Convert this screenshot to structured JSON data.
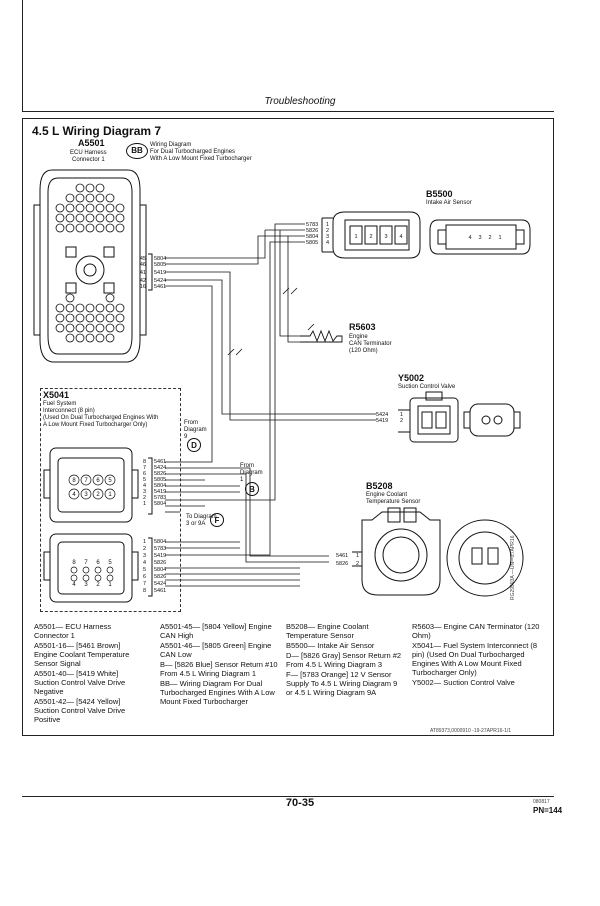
{
  "header": {
    "section_title": "Troubleshooting"
  },
  "diagram": {
    "title": "4.5 L Wiring Diagram 7",
    "ecu": {
      "id": "A5501",
      "line1": "ECU Harness",
      "line2": "Connector 1",
      "pins": [
        "45",
        "46",
        "41",
        "42",
        "16"
      ],
      "wires": [
        "5804",
        "5805",
        "5419",
        "5424",
        "5461"
      ]
    },
    "bb_tag": "BB",
    "bb_note": [
      "Wiring Diagram",
      "For Dual Turbocharged Engines",
      "With A Low Mount Fixed Turbocharger"
    ],
    "b5500": {
      "id": "B5500",
      "name": "Intake Air Sensor",
      "wires": [
        "5783",
        "5826",
        "5804",
        "5805"
      ],
      "pins": [
        "1",
        "2",
        "3",
        "4"
      ]
    },
    "r5603": {
      "id": "R5603",
      "line1": "Engine",
      "line2": "CAN Terminator",
      "line3": "(120 Ohm)"
    },
    "y5002": {
      "id": "Y5002",
      "name": "Suction Control Valve",
      "wires": [
        "5424",
        "5419"
      ],
      "pins": [
        "1",
        "2"
      ]
    },
    "b5208": {
      "id": "B5208",
      "line1": "Engine Coolant",
      "line2": "Temperature Sensor",
      "wires": [
        "5461",
        "5826"
      ],
      "pins": [
        "1",
        "2"
      ]
    },
    "x5041": {
      "id": "X5041",
      "lines": [
        "Fuel System",
        "Interconnect (8 pin)",
        "(Used On Dual Turbocharged Engines With",
        "A Low Mount Fixed Turbocharger Only)"
      ],
      "pins_top": [
        "8",
        "7",
        "6",
        "5",
        "4",
        "3",
        "2",
        "1"
      ],
      "wires_top": [
        "5461",
        "5424",
        "5826",
        "5805",
        "5804",
        "5419",
        "5783",
        "5804"
      ],
      "pins_bottom": [
        "1",
        "2",
        "3",
        "4",
        "5",
        "6",
        "7",
        "8"
      ],
      "wires_bottom": [
        "5804",
        "5783",
        "5419",
        "5826",
        "5804",
        "5826",
        "5424",
        "5461"
      ]
    },
    "tags": {
      "d": {
        "letter": "D",
        "text": "From Diagram 9"
      },
      "b": {
        "letter": "B",
        "text": "From Diagram 1"
      },
      "f": {
        "letter": "F",
        "text": "To Diagram 3 or 9A"
      }
    },
    "side_code": "RG29993A —UN—27APR16",
    "ref_code": "AT89373,0000910 -19-27APR16-1/1"
  },
  "legend": {
    "col1": [
      "A5501— ECU Harness Connector 1",
      "A5501-16— [5461 Brown] Engine Coolant Temperature Sensor Signal",
      "A5501-40— [5419 White] Suction Control Valve Drive Negative",
      "A5501-42— [5424 Yellow] Suction Control Valve Drive Positive"
    ],
    "col2": [
      "A5501-45— [5804 Yellow] Engine CAN High",
      "A5501-46— [5805 Green] Engine CAN Low",
      "B— [5826 Blue] Sensor Return #10 From 4.5 L Wiring Diagram 1",
      "BB— Wiring Diagram For Dual Turbocharged Engines With A Low Mount Fixed Turbocharger"
    ],
    "col3": [
      "B5208— Engine Coolant Temperature Sensor",
      "B5500— Intake Air Sensor",
      "D— [5826 Gray] Sensor Return #2 From 4.5 L Wiring Diagram 3",
      "F— [5783 Orange] 12 V Sensor Supply To 4.5 L Wiring Diagram 9 or 4.5 L Wiring Diagram 9A"
    ],
    "col4": [
      "R5603— Engine CAN Terminator (120 Ohm)",
      "X5041— Fuel System Interconnect (8 pin) (Used On Dual Turbocharged Engines With A Low Mount Fixed Turbocharger Only)",
      "Y5002— Suction Control Valve"
    ]
  },
  "footer": {
    "page_number": "70-35",
    "part_number": "PN=144",
    "small_code": "080817"
  }
}
